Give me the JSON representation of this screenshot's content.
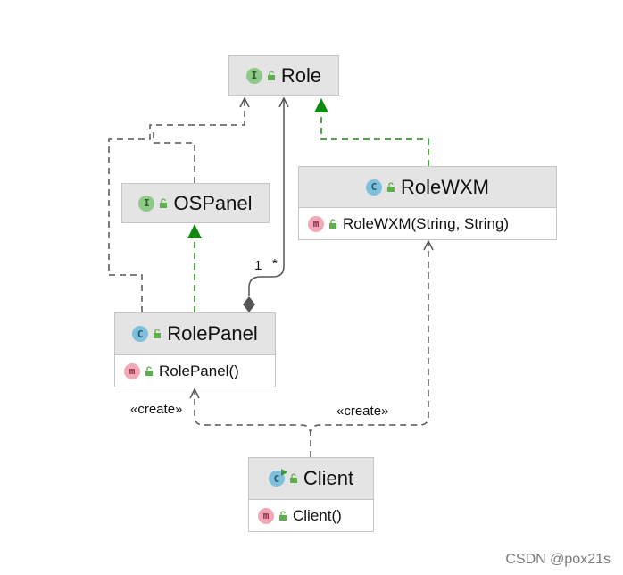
{
  "classes": [
    {
      "key": "role",
      "name": "Role",
      "kind": "I",
      "members": []
    },
    {
      "key": "roleWXM",
      "name": "RoleWXM",
      "kind": "C",
      "members": [
        {
          "kind": "m",
          "text": "RoleWXM(String, String)"
        }
      ]
    },
    {
      "key": "osPanel",
      "name": "OSPanel",
      "kind": "I",
      "members": []
    },
    {
      "key": "rolePanel",
      "name": "RolePanel",
      "kind": "C",
      "members": [
        {
          "kind": "m",
          "text": "RolePanel()"
        }
      ]
    },
    {
      "key": "client",
      "name": "Client",
      "kind": "C",
      "runnable": true,
      "members": [
        {
          "kind": "m",
          "text": "Client()"
        }
      ]
    }
  ],
  "relations": {
    "multiplicity_one": "1",
    "multiplicity_many": "*",
    "create_left": "«create»",
    "create_right": "«create»"
  },
  "colors": {
    "dependency": "#555555",
    "realization": "#118a11",
    "header": "#e4e4e4",
    "border": "#c6c6c6"
  },
  "watermark": "CSDN @pox21s"
}
